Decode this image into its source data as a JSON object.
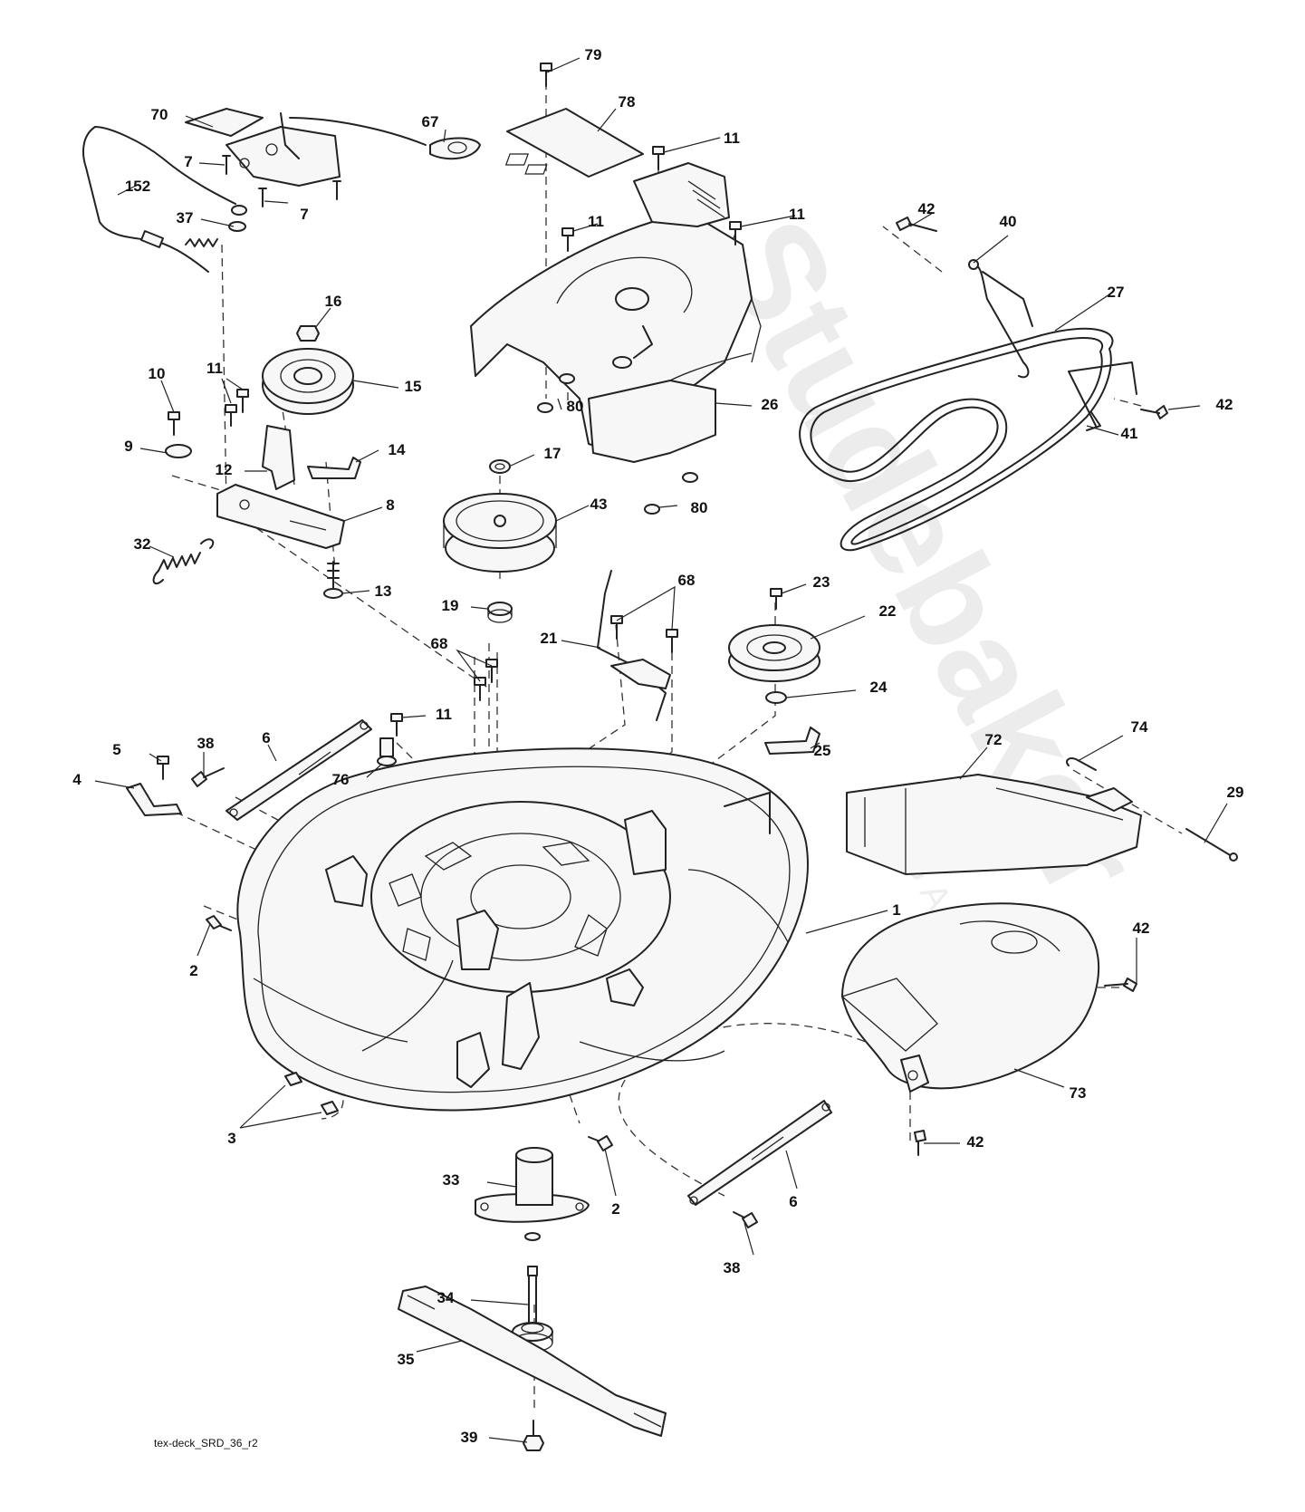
{
  "diagram": {
    "drawing_code": "tex-deck_SRD_36_r2",
    "watermark": {
      "text": "Studebaker",
      "sub_text": "GARDEN"
    },
    "callouts": [
      {
        "id": "c79",
        "label": "79"
      },
      {
        "id": "c78",
        "label": "78"
      },
      {
        "id": "c11a",
        "label": "11"
      },
      {
        "id": "c11b",
        "label": "11"
      },
      {
        "id": "c11c",
        "label": "11"
      },
      {
        "id": "c11d",
        "label": "11"
      },
      {
        "id": "c11e",
        "label": "11"
      },
      {
        "id": "c70",
        "label": "70"
      },
      {
        "id": "c67",
        "label": "67"
      },
      {
        "id": "c7a",
        "label": "7"
      },
      {
        "id": "c7b",
        "label": "7"
      },
      {
        "id": "c152",
        "label": "152"
      },
      {
        "id": "c37",
        "label": "37"
      },
      {
        "id": "c42a",
        "label": "42"
      },
      {
        "id": "c40",
        "label": "40"
      },
      {
        "id": "c27",
        "label": "27"
      },
      {
        "id": "c42b",
        "label": "42"
      },
      {
        "id": "c41",
        "label": "41"
      },
      {
        "id": "c16",
        "label": "16"
      },
      {
        "id": "c15",
        "label": "15"
      },
      {
        "id": "c10",
        "label": "10"
      },
      {
        "id": "c80a",
        "label": "80"
      },
      {
        "id": "c26",
        "label": "26"
      },
      {
        "id": "c9",
        "label": "9"
      },
      {
        "id": "c14",
        "label": "14"
      },
      {
        "id": "c12",
        "label": "12"
      },
      {
        "id": "c17",
        "label": "17"
      },
      {
        "id": "c8",
        "label": "8"
      },
      {
        "id": "c43",
        "label": "43"
      },
      {
        "id": "c80b",
        "label": "80"
      },
      {
        "id": "c32",
        "label": "32"
      },
      {
        "id": "c13",
        "label": "13"
      },
      {
        "id": "c68a",
        "label": "68"
      },
      {
        "id": "c23",
        "label": "23"
      },
      {
        "id": "c19",
        "label": "19"
      },
      {
        "id": "c22",
        "label": "22"
      },
      {
        "id": "c21",
        "label": "21"
      },
      {
        "id": "c68b",
        "label": "68"
      },
      {
        "id": "c24",
        "label": "24"
      },
      {
        "id": "c5",
        "label": "5"
      },
      {
        "id": "c38a",
        "label": "38"
      },
      {
        "id": "c6a",
        "label": "6"
      },
      {
        "id": "c76",
        "label": "76"
      },
      {
        "id": "c4",
        "label": "4"
      },
      {
        "id": "c25",
        "label": "25"
      },
      {
        "id": "c72",
        "label": "72"
      },
      {
        "id": "c74",
        "label": "74"
      },
      {
        "id": "c29",
        "label": "29"
      },
      {
        "id": "c1",
        "label": "1"
      },
      {
        "id": "c2a",
        "label": "2"
      },
      {
        "id": "c42c",
        "label": "42"
      },
      {
        "id": "c73",
        "label": "73"
      },
      {
        "id": "c3",
        "label": "3"
      },
      {
        "id": "c42d",
        "label": "42"
      },
      {
        "id": "c33",
        "label": "33"
      },
      {
        "id": "c2b",
        "label": "2"
      },
      {
        "id": "c6b",
        "label": "6"
      },
      {
        "id": "c38b",
        "label": "38"
      },
      {
        "id": "c34",
        "label": "34"
      },
      {
        "id": "c35",
        "label": "35"
      },
      {
        "id": "c39",
        "label": "39"
      }
    ]
  }
}
